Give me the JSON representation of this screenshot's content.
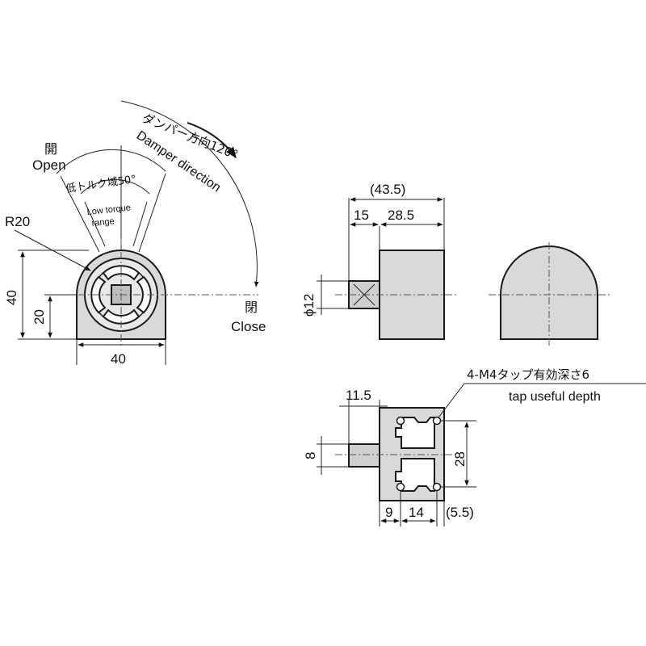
{
  "front_view": {
    "label_open_jp": "開",
    "label_open_en": "Open",
    "label_close_jp": "閉",
    "label_close_en": "Close",
    "label_low_torque_jp": "低トルク域50°",
    "label_low_torque_en_1": "Low torque",
    "label_low_torque_en_2": "range",
    "label_damper_jp": "ダンパー方向120°",
    "label_damper_en": "Damper direction",
    "dim_radius": "R20",
    "dim_height": "40",
    "dim_center_height": "20",
    "dim_width": "40"
  },
  "side_view": {
    "dim_total": "(43.5)",
    "dim_shaft_len": "15",
    "dim_body_len": "28.5",
    "dim_shaft_dia": "ϕ12"
  },
  "bottom_view": {
    "note_jp": "4-M4タップ有効深さ6",
    "note_en": "tap useful depth",
    "dim_shaft_len": "11.5",
    "dim_shaft_width": "8",
    "dim_hole_pitch_v": "28",
    "dim_edge_1": "9",
    "dim_hole_pitch_h": "14",
    "dim_edge_2": "(5.5)"
  }
}
